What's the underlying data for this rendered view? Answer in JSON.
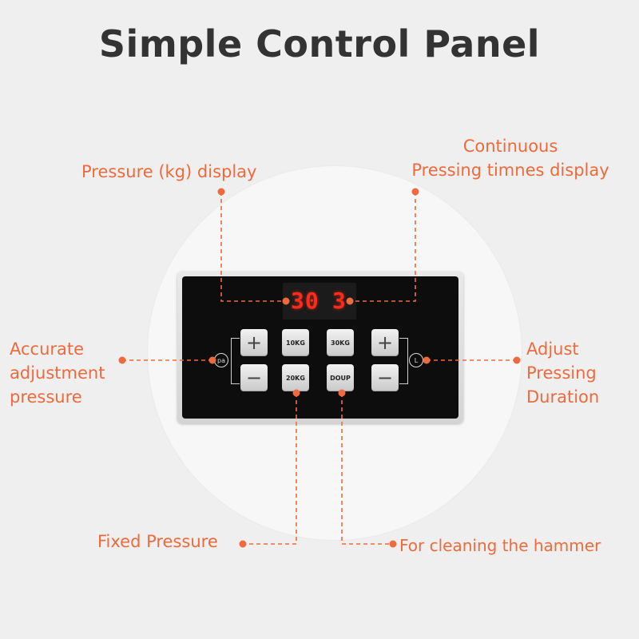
{
  "title": "Simple Control Panel",
  "display": {
    "pressure_value": "30",
    "times_value": "3"
  },
  "buttons": {
    "plus_left": "+",
    "minus_left": "−",
    "btn_10kg": "10KG",
    "btn_20kg": "20KG",
    "btn_30kg": "30KG",
    "btn_doup": "DOUP",
    "plus_right": "+",
    "minus_right": "−"
  },
  "icons": {
    "pa_icon_label": "pa",
    "clock_icon_label": "L"
  },
  "annotations": {
    "pressure_display": "Pressure (kg) display",
    "continuous_line1": "Continuous",
    "continuous_line2": "Pressing timnes display",
    "accurate_line1": "Accurate",
    "accurate_line2": "adjustment",
    "accurate_line3": "pressure",
    "adjust_line1": "Adjust",
    "adjust_line2": "Pressing",
    "adjust_line3": "Duration",
    "fixed_pressure": "Fixed Pressure",
    "cleaning": "For cleaning the hammer"
  },
  "colors": {
    "accent": "#ef6a3c",
    "display_red": "#ff2a1a",
    "title": "#333333"
  }
}
